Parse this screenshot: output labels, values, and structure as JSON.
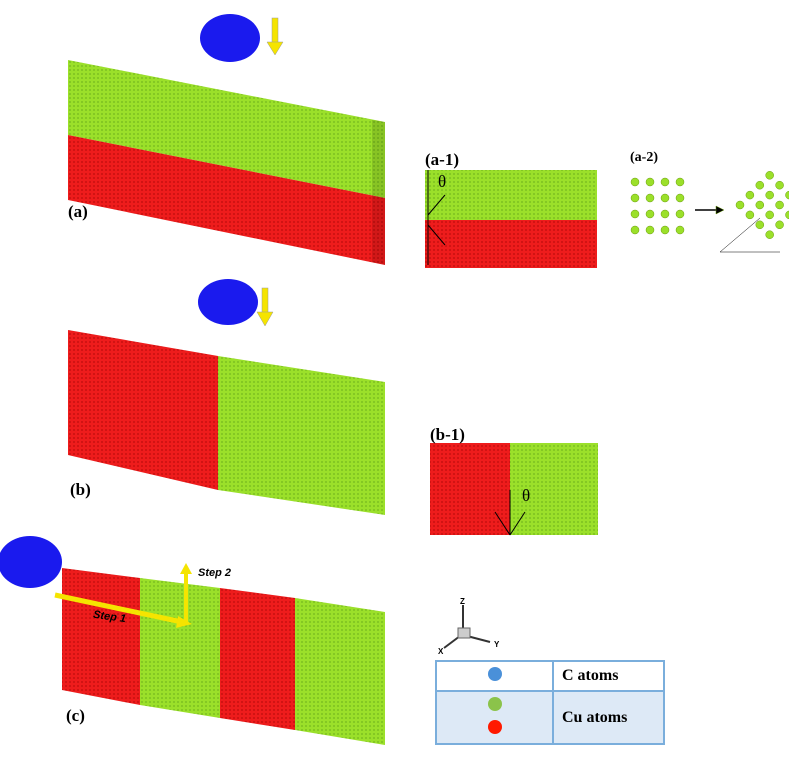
{
  "panels": {
    "a": "(a)",
    "b": "(b)",
    "c": "(c)",
    "a1": "(a-1)",
    "a2": "(a-2)",
    "b1": "(b-1)",
    "theta": "θ"
  },
  "steps": {
    "step1": "Step 1",
    "step2": "Step 2"
  },
  "axes": {
    "z": "Z",
    "x": "X",
    "y": "Y"
  },
  "legend": {
    "rows": [
      {
        "label": "C atoms",
        "colors": [
          "#4a90d9"
        ]
      },
      {
        "label": "Cu atoms",
        "colors": [
          "#8bc34a",
          "#ff1a00"
        ]
      }
    ]
  },
  "colors": {
    "green": "#9be02a",
    "red": "#ee1c1c",
    "blue": "#1a1aee",
    "arrow": "#f5e400"
  }
}
